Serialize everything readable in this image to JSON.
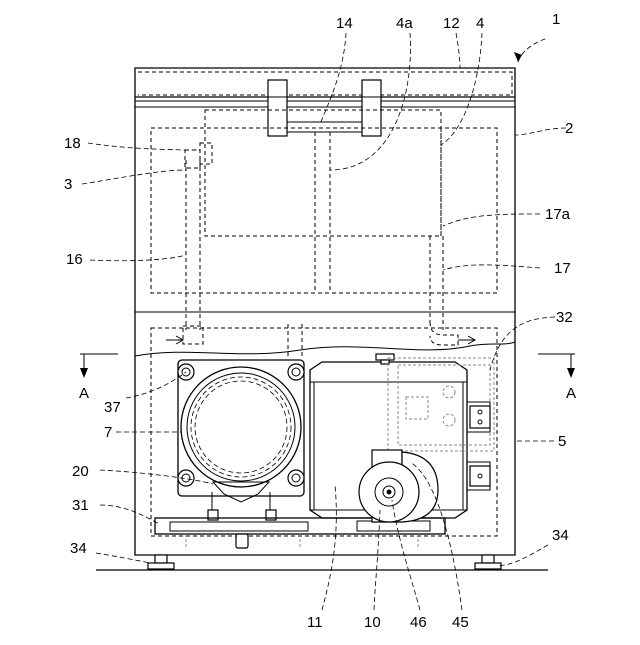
{
  "labels": {
    "n1": "1",
    "n14": "14",
    "n4a": "4a",
    "n12": "12",
    "n4": "4",
    "n2": "2",
    "n18": "18",
    "n3": "3",
    "n17a": "17a",
    "n16": "16",
    "n17": "17",
    "n32": "32",
    "a_left": "A",
    "a_right": "A",
    "n37": "37",
    "n7": "7",
    "n5": "5",
    "n20": "20",
    "n31": "31",
    "n34_left": "34",
    "n34_right": "34",
    "n11": "11",
    "n10": "10",
    "n46": "46",
    "n45": "45"
  }
}
